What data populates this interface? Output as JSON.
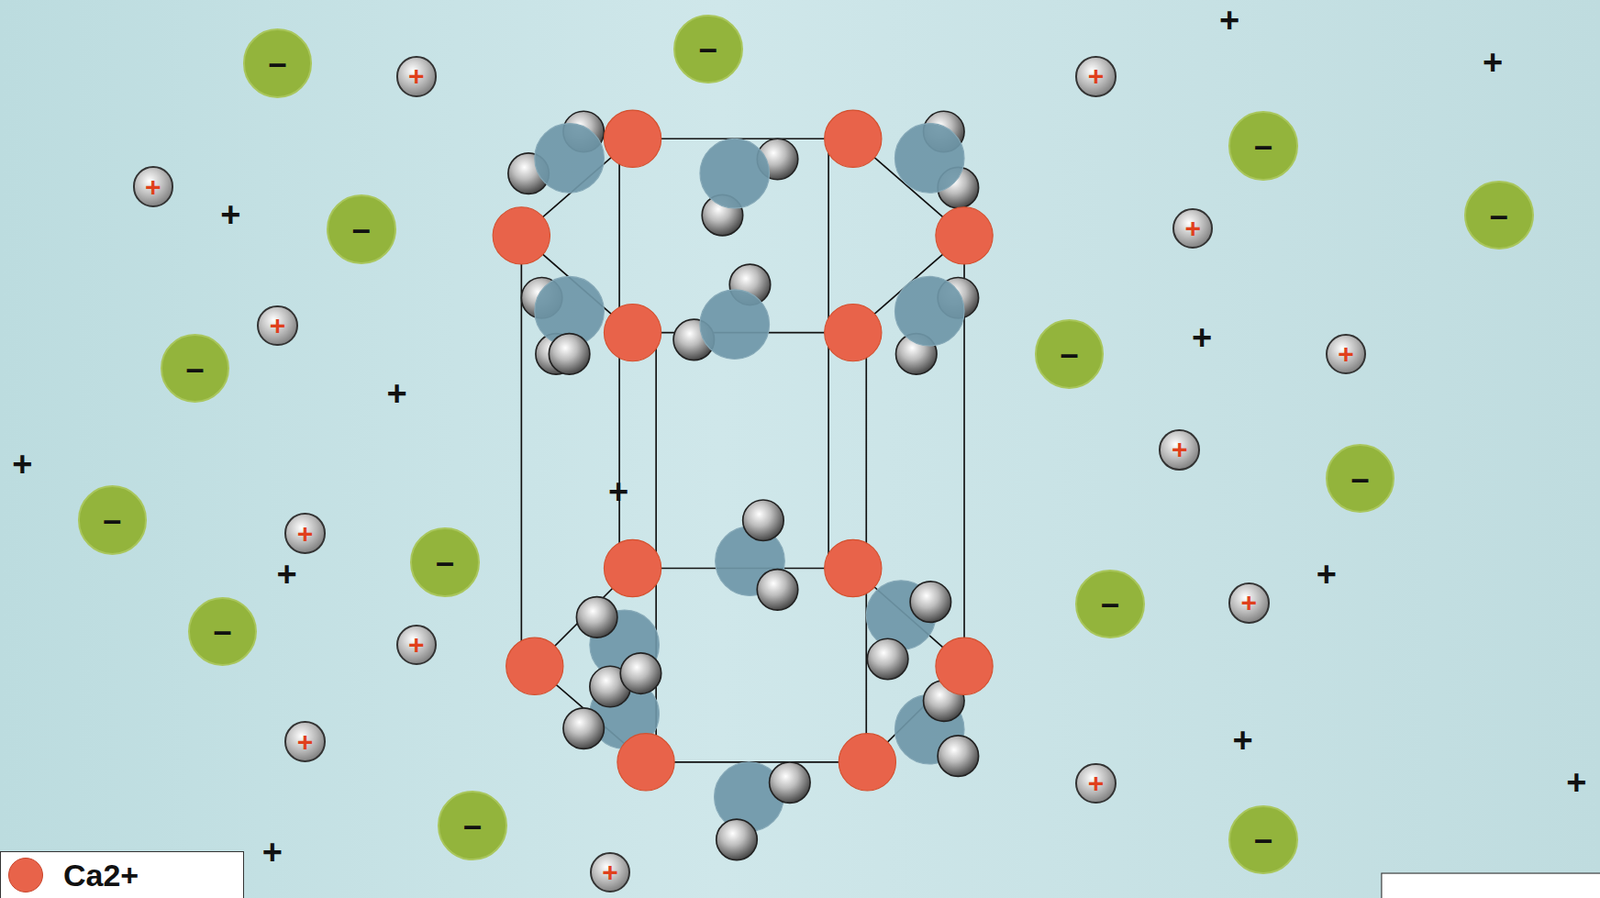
{
  "diagram": {
    "nodes": [
      {
        "text": [
          "–"
        ]
      },
      {
        "text": [
          "–"
        ]
      },
      {
        "text": [
          "–"
        ]
      },
      {
        "text": [
          "–"
        ]
      },
      {
        "text": [
          "–"
        ]
      },
      {
        "text": [
          "–"
        ]
      },
      {
        "text": [
          "–"
        ]
      },
      {
        "text": [
          "–"
        ]
      },
      {
        "text": [
          "–"
        ]
      },
      {
        "text": [
          "–"
        ]
      },
      {
        "text": [
          "–"
        ]
      },
      {
        "text": [
          "–"
        ]
      },
      {
        "text": [
          "–"
        ]
      },
      {
        "text": [
          "–"
        ]
      },
      {
        "text": [
          "+"
        ]
      },
      {
        "text": [
          "+"
        ]
      },
      {
        "text": [
          "+"
        ]
      },
      {
        "text": [
          "+"
        ]
      },
      {
        "text": [
          "+"
        ]
      },
      {
        "text": [
          "+"
        ]
      },
      {
        "text": [
          "+"
        ]
      },
      {
        "text": [
          "+"
        ]
      },
      {
        "text": [
          "+"
        ]
      },
      {
        "text": [
          "+"
        ]
      },
      {
        "text": [
          "+"
        ]
      },
      {
        "text": [
          "+"
        ]
      },
      {
        "text": [
          "+"
        ]
      }
    ],
    "labels": [
      "+",
      "+",
      "+",
      "+",
      "+",
      "+",
      "+",
      "+",
      "+",
      "+",
      "+",
      "+"
    ],
    "legend": [
      {
        "text": "Ca2+",
        "color": "#e8634a"
      }
    ]
  }
}
